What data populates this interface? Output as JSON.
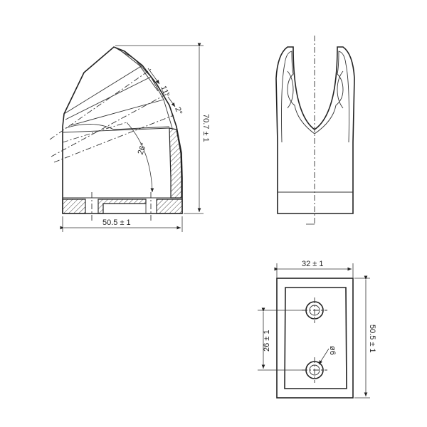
{
  "side_view": {
    "width_dim": "50.5 ± 1",
    "height_dim": "70.7 ± 1",
    "angle_11": "11°",
    "angle_2": "2°",
    "angle_26": "26°"
  },
  "front_view": {},
  "bottom_view": {
    "width_dim": "32 ± 1",
    "height_dim": "50.5 ± 1",
    "hole_spacing_dim": "26 ± 1",
    "hole_diameter": "ø6"
  }
}
